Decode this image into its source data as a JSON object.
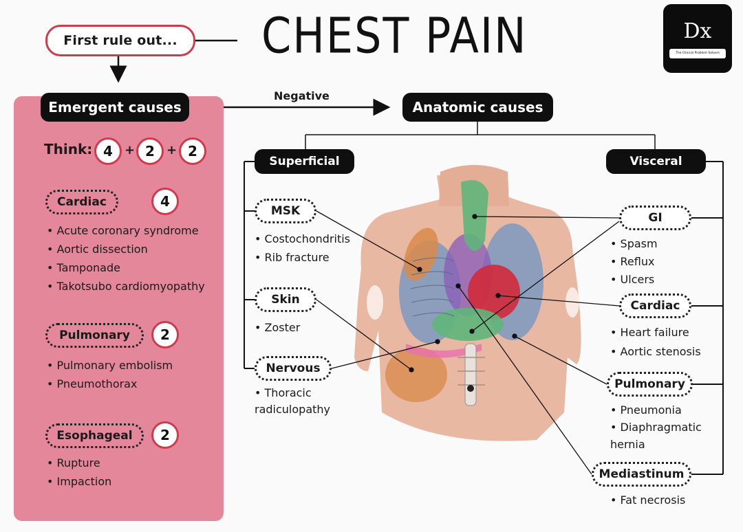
{
  "header": {
    "rule_label": "First rule out...",
    "title": "CHEST PAIN",
    "logo_text": "Dx",
    "logo_subtitle": "The Clinical Problem Solvers"
  },
  "emergent": {
    "label": "Emergent causes",
    "think_label": "Think:",
    "think_numbers": [
      "4",
      "2",
      "2"
    ],
    "plus": "+",
    "groups": [
      {
        "name": "Cardiac",
        "count": "4",
        "items": [
          "Acute coronary syndrome",
          "Aortic dissection",
          "Tamponade",
          "Takotsubo cardiomyopathy"
        ]
      },
      {
        "name": "Pulmonary",
        "count": "2",
        "items": [
          "Pulmonary embolism",
          "Pneumothorax"
        ]
      },
      {
        "name": "Esophageal",
        "count": "2",
        "items": [
          "Rupture",
          "Impaction"
        ]
      }
    ]
  },
  "flow": {
    "negative_label": "Negative"
  },
  "anatomic": {
    "label": "Anatomic causes",
    "superficial": {
      "label": "Superficial",
      "groups": [
        {
          "name": "MSK",
          "items": [
            "Costochondritis",
            "Rib fracture"
          ]
        },
        {
          "name": "Skin",
          "items": [
            "Zoster"
          ]
        },
        {
          "name": "Nervous",
          "items": [
            "Thoracic radiculopathy"
          ]
        }
      ]
    },
    "visceral": {
      "label": "Visceral",
      "groups": [
        {
          "name": "GI",
          "items": [
            "Spasm",
            "Reflux",
            "Ulcers"
          ]
        },
        {
          "name": "Cardiac",
          "items": [
            "Heart failure",
            "Aortic stenosis"
          ]
        },
        {
          "name": "Pulmonary",
          "items": [
            "Pneumonia",
            "Diaphragmatic hernia"
          ]
        },
        {
          "name": "Mediastinum",
          "items": [
            "Fat necrosis"
          ]
        }
      ]
    }
  },
  "colors": {
    "panel_pink": "#e4879a",
    "accent_red": "#cf3a4c",
    "pill_black": "#0f0f0f",
    "skin": "#e8b8a2",
    "esophagus_green": "#5fb57a",
    "heart_red": "#d02a3a",
    "lung_blue": "#7d99c2",
    "vessel_purple": "#8a5bb8",
    "muscle_orange": "#d98a4a"
  },
  "icons": {
    "torso": "chest-anatomy-illustration",
    "arrows": "arrow-icon"
  }
}
